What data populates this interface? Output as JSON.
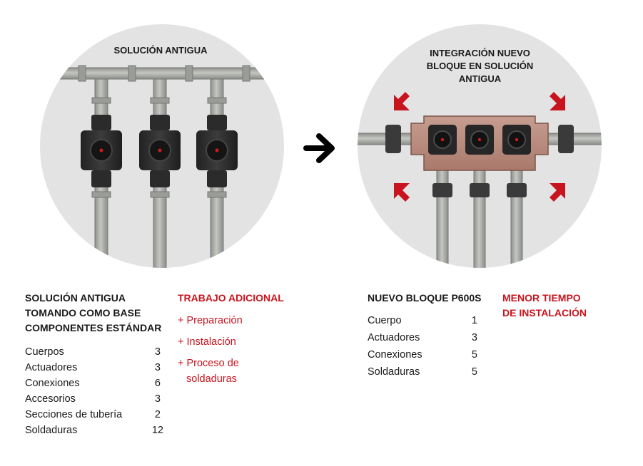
{
  "colors": {
    "accent_red": "#c8141e",
    "circle_bg": "#e3e3e3",
    "pipe": "#a5a7a3",
    "block": "#b88a7d"
  },
  "left_circle": {
    "title": "SOLUCIÓN ANTIGUA",
    "valves": 3
  },
  "right_circle": {
    "title_line1": "INTEGRACIÓN NUEVO",
    "title_line2": "BLOQUE EN SOLUCIÓN",
    "title_line3": "ANTIGUA",
    "valves": 3
  },
  "left_table": {
    "header_line1": "SOLUCIÓN ANTIGUA",
    "header_line2": "TOMANDO COMO BASE",
    "header_line3": "COMPONENTES ESTÁNDAR",
    "rows": [
      {
        "label": "Cuerpos",
        "value": "3"
      },
      {
        "label": "Actuadores",
        "value": "3"
      },
      {
        "label": "Conexiones",
        "value": "6"
      },
      {
        "label": "Accesorios",
        "value": "3"
      },
      {
        "label": "Secciones de tubería",
        "value": "2"
      },
      {
        "label": "Soldaduras",
        "value": "12"
      }
    ]
  },
  "extra_work": {
    "header": "TRABAJO ADICIONAL",
    "item1": "+ Preparación",
    "item2": "+ Instalación",
    "item3_line1": "+ Proceso de",
    "item3_line2": "soldaduras"
  },
  "right_table": {
    "header": "NUEVO BLOQUE P600S",
    "rows": [
      {
        "label": "Cuerpo",
        "value": "1"
      },
      {
        "label": "Actuadores",
        "value": "3"
      },
      {
        "label": "Conexiones",
        "value": "5"
      },
      {
        "label": "Soldaduras",
        "value": "5"
      }
    ]
  },
  "less_time": {
    "line1": "MENOR TIEMPO",
    "line2": "DE INSTALACIÓN"
  }
}
